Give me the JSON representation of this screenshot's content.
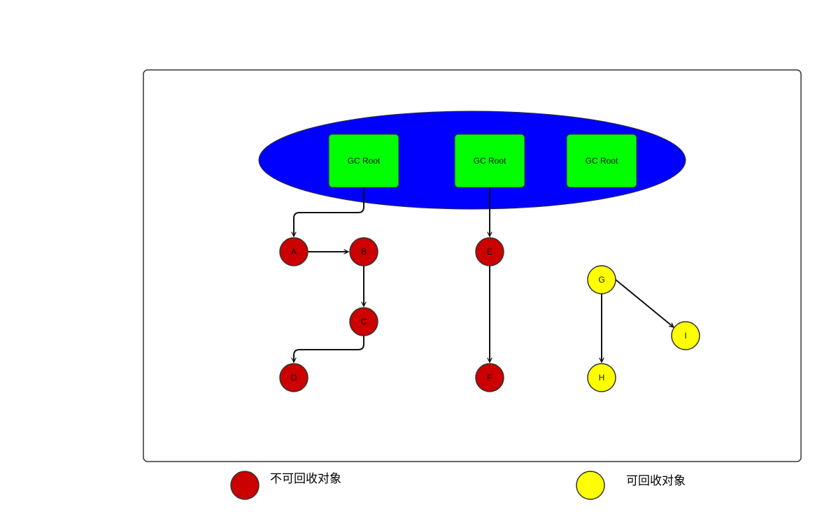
{
  "colors": {
    "region_fill": "#0000ff",
    "root_fill": "#00ff00",
    "reachable_fill": "#cc0000",
    "unreachable_fill": "#ffff00",
    "edge_stroke": "#111111",
    "frame_stroke": "#333333"
  },
  "gc_roots": [
    {
      "id": "root1",
      "label": "GC Root"
    },
    {
      "id": "root2",
      "label": "GC Root"
    },
    {
      "id": "root3",
      "label": "GC Root"
    }
  ],
  "nodes": [
    {
      "id": "A",
      "label": "A",
      "status": "reachable"
    },
    {
      "id": "B",
      "label": "B",
      "status": "reachable"
    },
    {
      "id": "C",
      "label": "C",
      "status": "reachable"
    },
    {
      "id": "D",
      "label": "D",
      "status": "reachable"
    },
    {
      "id": "E",
      "label": "E",
      "status": "reachable"
    },
    {
      "id": "F",
      "label": "F",
      "status": "reachable"
    },
    {
      "id": "G",
      "label": "G",
      "status": "unreachable"
    },
    {
      "id": "H",
      "label": "H",
      "status": "unreachable"
    },
    {
      "id": "I",
      "label": "I",
      "status": "unreachable"
    }
  ],
  "edges": [
    {
      "from": "root1",
      "to": "A"
    },
    {
      "from": "A",
      "to": "B"
    },
    {
      "from": "B",
      "to": "C"
    },
    {
      "from": "C",
      "to": "D"
    },
    {
      "from": "root2",
      "to": "E"
    },
    {
      "from": "E",
      "to": "F"
    },
    {
      "from": "G",
      "to": "H"
    },
    {
      "from": "G",
      "to": "I"
    }
  ],
  "legend": {
    "reachable_label": "不可回收对象",
    "unreachable_label": "可回收对象"
  }
}
